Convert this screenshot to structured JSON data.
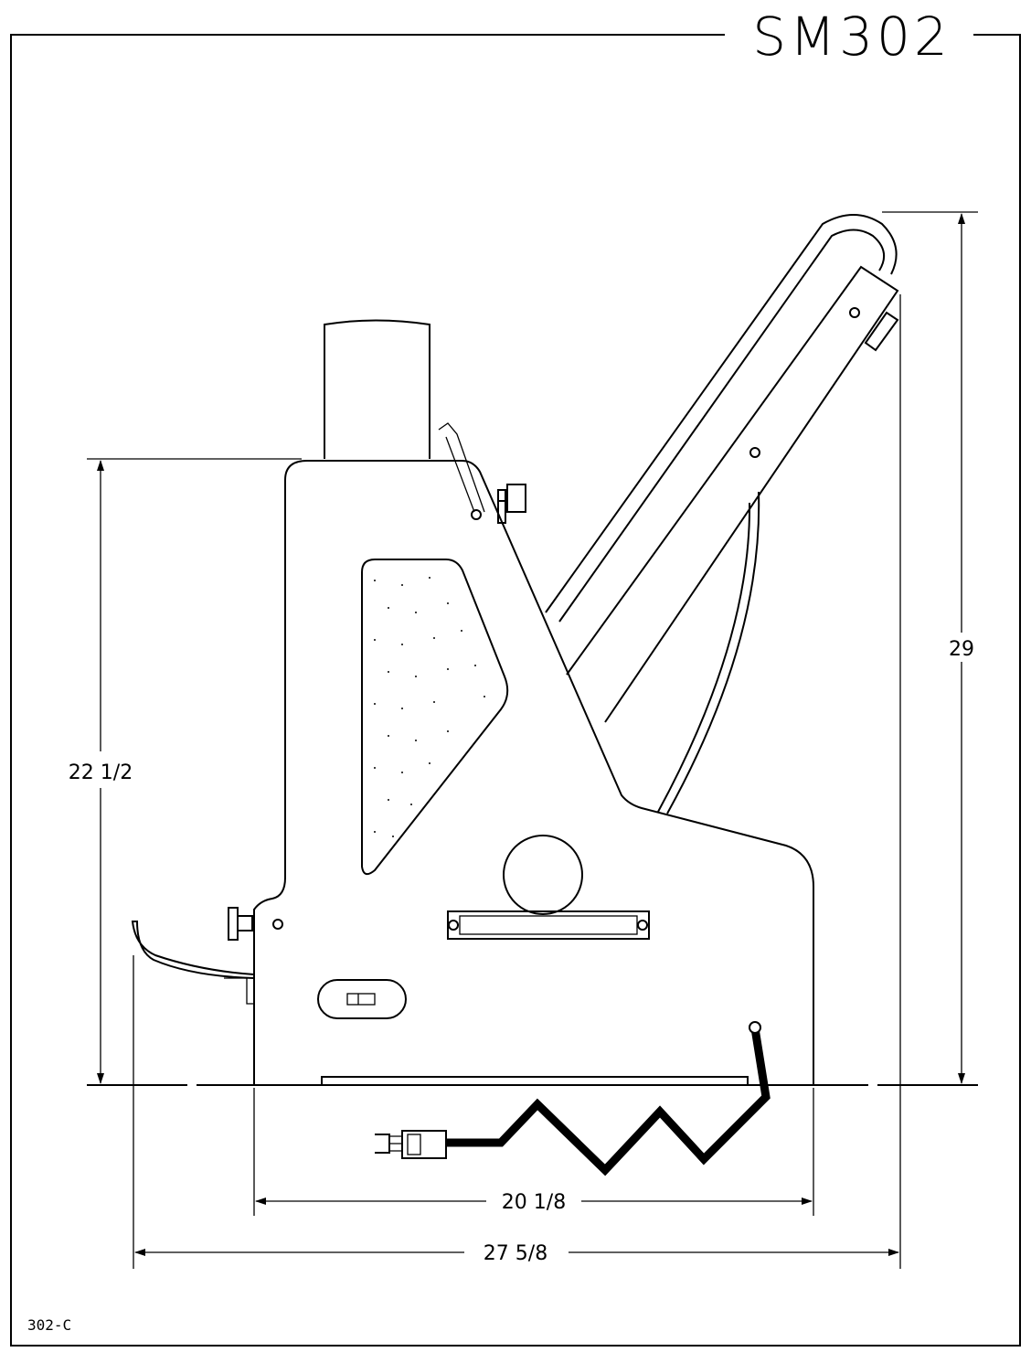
{
  "title": "SM302",
  "drawing_code": "302-C",
  "dimensions": {
    "height_body": "22 1/2",
    "height_total": "29",
    "width_base": "20 1/8",
    "width_total": "27 5/8"
  }
}
